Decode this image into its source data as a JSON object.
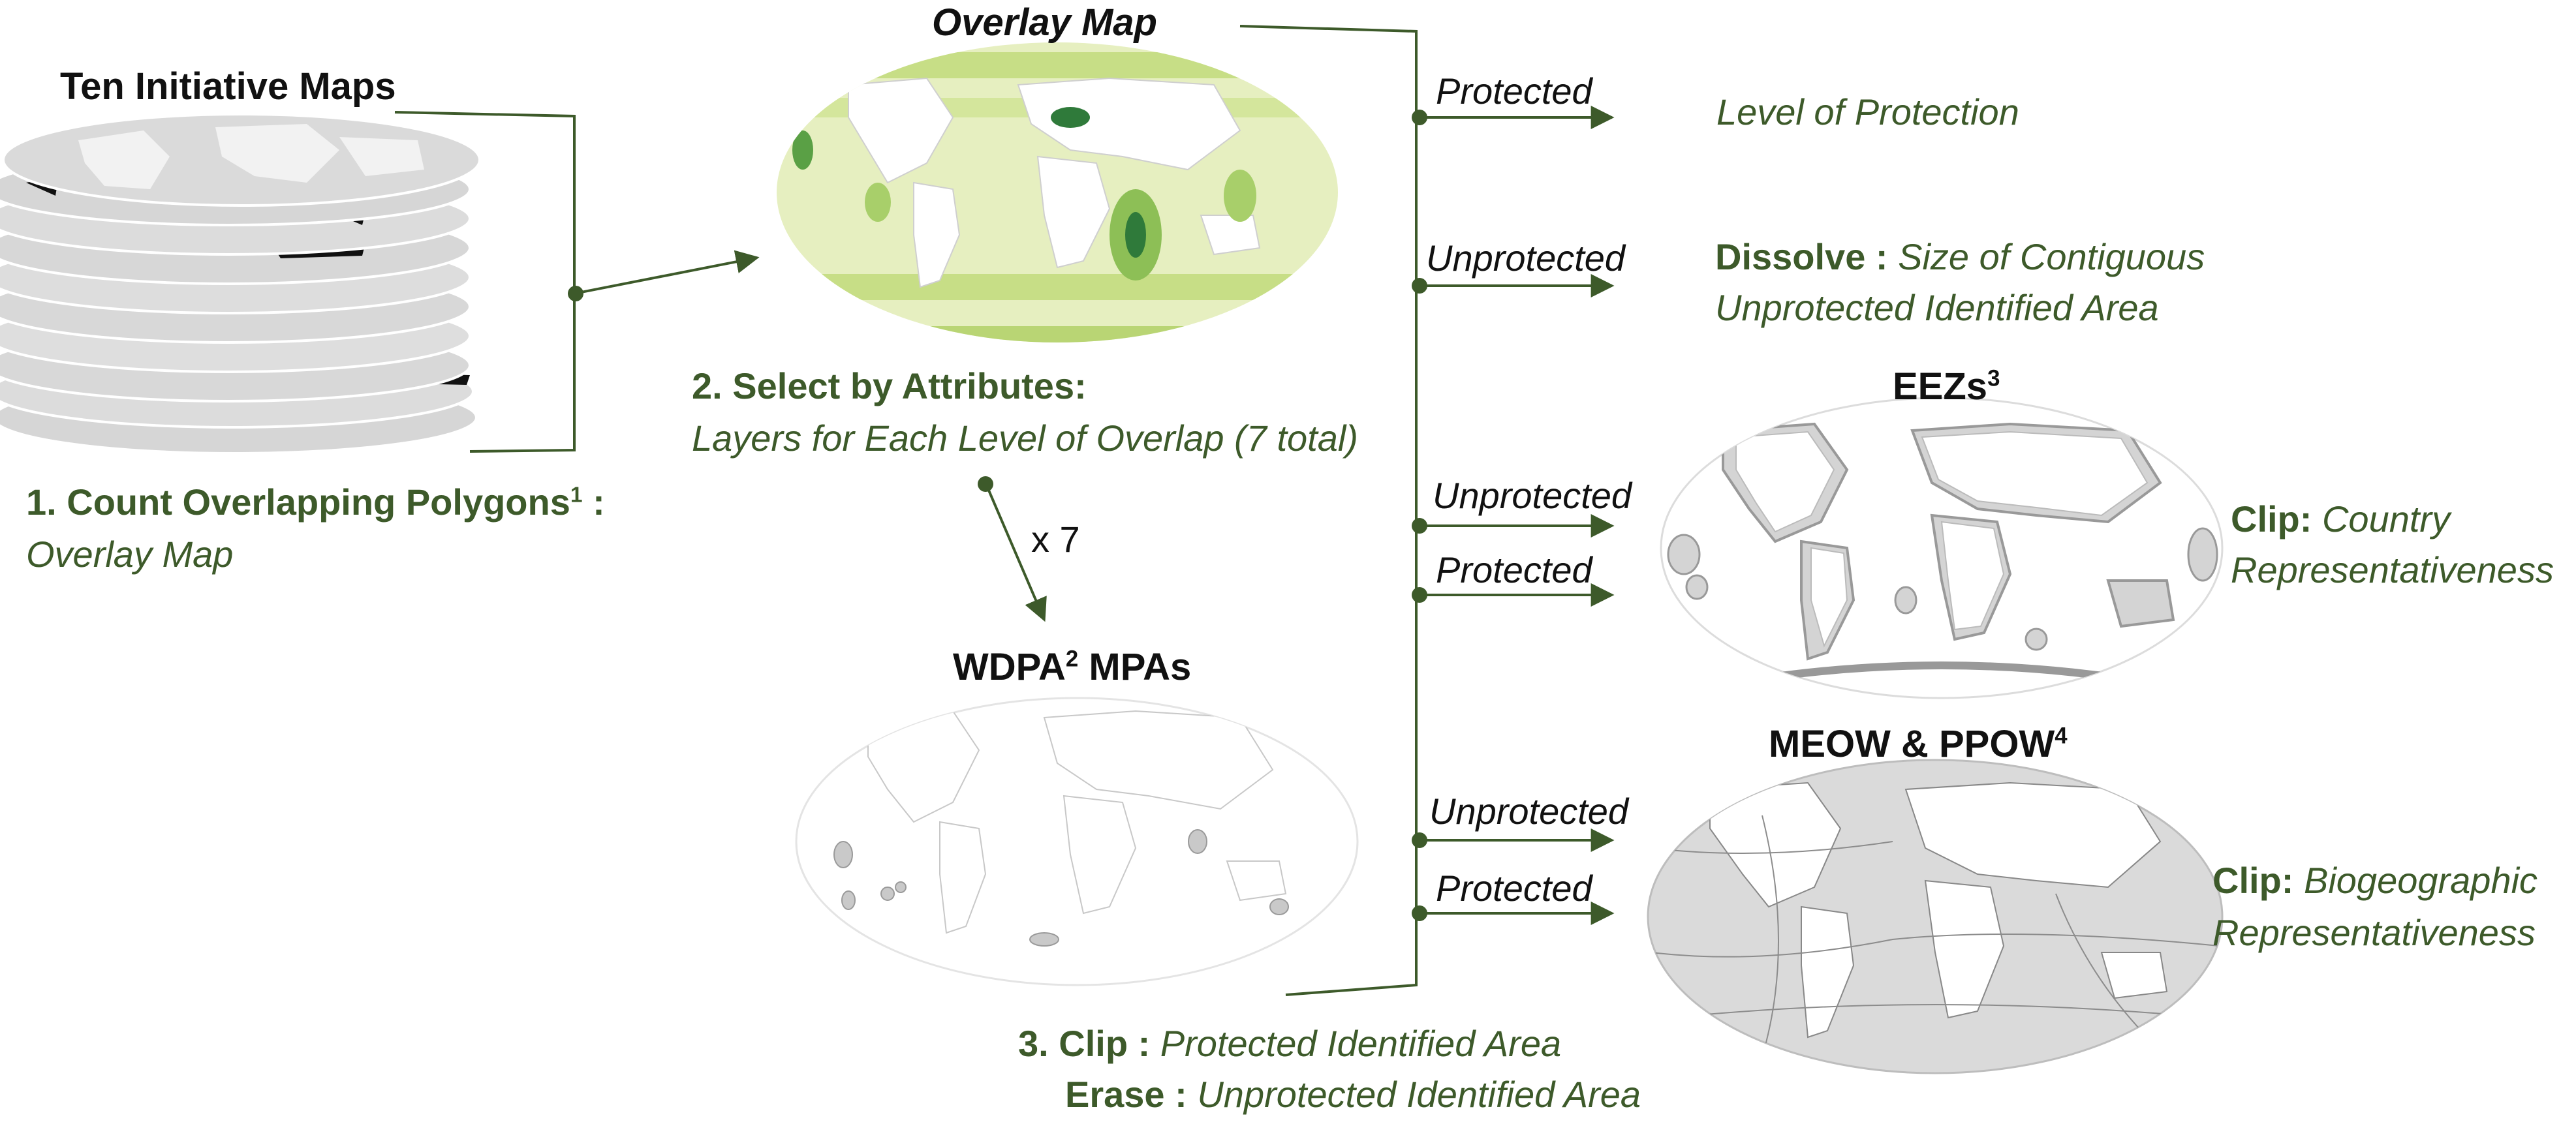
{
  "colors": {
    "accent": "#3d5a2a",
    "line": "#3d5a2a",
    "land": "#ffffff",
    "ocean_gray": "#dadada",
    "overlap_light": "#dfeaa0",
    "overlap_mid": "#a8cf6a",
    "overlap_dark": "#2f7a3a",
    "stack_black": "#111111"
  },
  "maps": {
    "ten_initiative": {
      "title": "Ten Initiative Maps"
    },
    "overlay": {
      "title": "Overlay Map"
    },
    "wdpa": {
      "title_a": "WDPA",
      "title_sup": "2",
      "title_b": " MPAs"
    },
    "eezs": {
      "title_a": "EEZs",
      "title_sup": "3"
    },
    "meow": {
      "title_a": "MEOW & PPOW",
      "title_sup": "4"
    }
  },
  "steps": {
    "step1": {
      "bold": "1. Count Overlapping Polygons",
      "sup": "1",
      "bold_suffix": " :",
      "ital": "Overlay Map"
    },
    "step2": {
      "bold": "2. Select by Attributes:",
      "ital": "Layers for Each Level of Overlap (7 total)"
    },
    "multiplier": "x 7",
    "step3": {
      "clip_bold": "3. Clip :",
      "clip_ital": "Protected Identified Area",
      "erase_bold": "Erase :",
      "erase_ital": "Unprotected Identified Area"
    }
  },
  "branches": {
    "protected_label": "Protected",
    "unprotected_label": "Unprotected",
    "level_of_protection": "Level of Protection",
    "dissolve_bold": "Dissolve :",
    "dissolve_ital_1": "Size of Contiguous",
    "dissolve_ital_2": "Unprotected Identified Area",
    "clip_country_bold": "Clip:",
    "clip_country_ital_1": "Country",
    "clip_country_ital_2": "Representativeness",
    "clip_bio_bold": "Clip:",
    "clip_bio_ital_1": "Biogeographic",
    "clip_bio_ital_2": "Representativeness"
  }
}
